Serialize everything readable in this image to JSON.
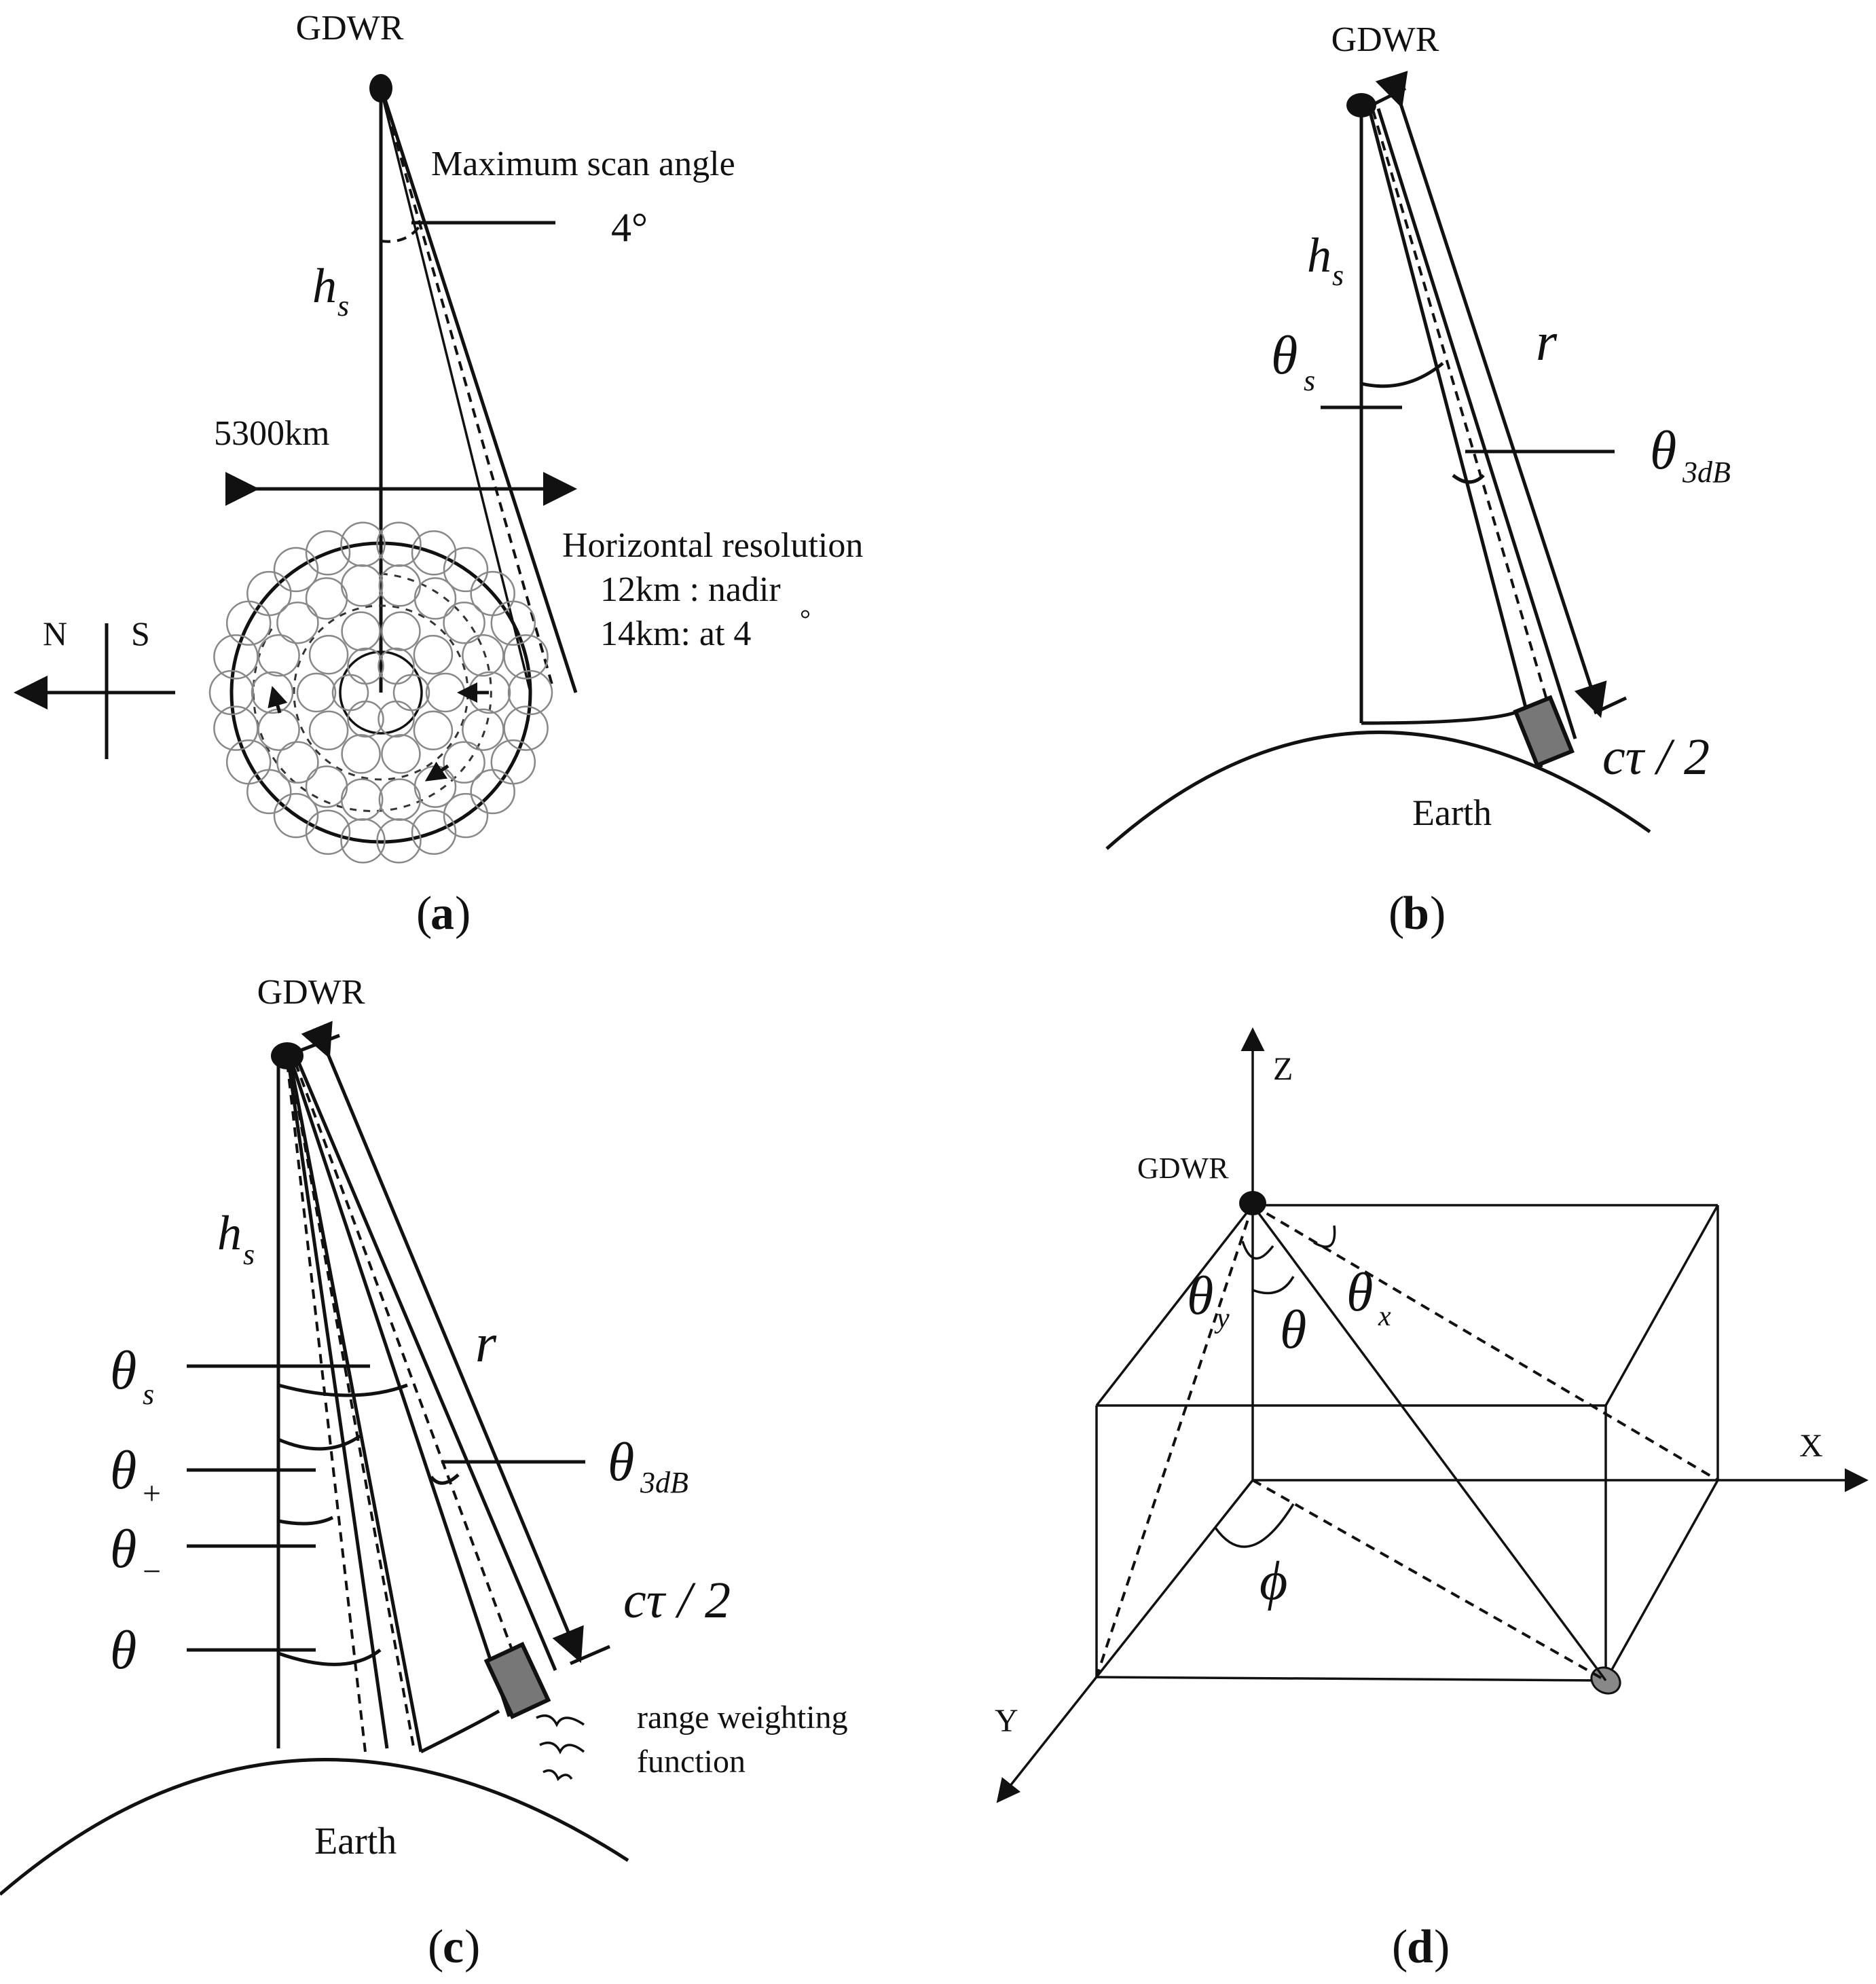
{
  "panel_a": {
    "radar": "GDWR",
    "scan_label": "Maximum scan angle",
    "scan_angle": "4°",
    "height_symbol": "h",
    "height_sub": "s",
    "swath": "5300km",
    "res_title": "Horizontal resolution",
    "res_nadir": "12km : nadir",
    "res_edge": "14km:  at  4",
    "res_edge_deg": "°",
    "compass_n": "N",
    "compass_s": "S",
    "caption_open": "(",
    "caption_letter": "a",
    "caption_close": ")"
  },
  "panel_b": {
    "radar": "GDWR",
    "height_symbol": "h",
    "height_sub": "s",
    "theta": "θ",
    "theta_sub": "s",
    "range": "r",
    "beam_sub": "3dB",
    "pulse": "cτ / 2",
    "earth": "Earth",
    "caption_open": "(",
    "caption_letter": "b",
    "caption_close": ")"
  },
  "panel_c": {
    "radar": "GDWR",
    "height_symbol": "h",
    "height_sub": "s",
    "theta": "θ",
    "theta_s_sub": "s",
    "theta_plus_sub": "+",
    "theta_minus_sub": "−",
    "range": "r",
    "beam_sub": "3dB",
    "pulse": "cτ / 2",
    "rwf_line1": "range weighting",
    "rwf_line2": "function",
    "earth": "Earth",
    "caption_open": "(",
    "caption_letter": "c",
    "caption_close": ")"
  },
  "panel_d": {
    "radar": "GDWR",
    "axis_z": "Z",
    "axis_x": "X",
    "axis_y": "Y",
    "theta": "θ",
    "theta_y_sub": "y",
    "theta_x_sub": "x",
    "phi": "ϕ",
    "caption_open": "(",
    "caption_letter": "d",
    "caption_close": ")"
  }
}
